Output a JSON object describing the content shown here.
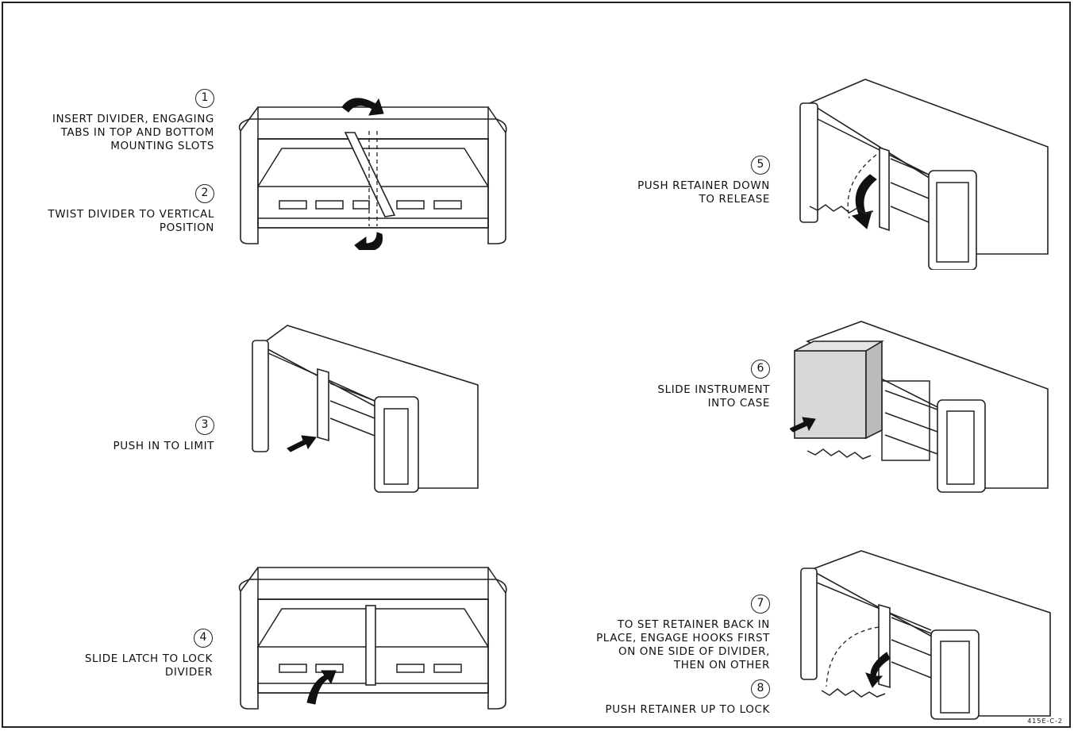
{
  "steps": [
    {
      "num": "1",
      "text": "INSERT DIVIDER, ENGAGING\nTABS IN TOP AND BOTTOM\nMOUNTING SLOTS"
    },
    {
      "num": "2",
      "text": "TWIST DIVIDER TO VERTICAL\nPOSITION"
    },
    {
      "num": "3",
      "text": "PUSH IN TO LIMIT"
    },
    {
      "num": "4",
      "text": "SLIDE LATCH TO LOCK\nDIVIDER"
    },
    {
      "num": "5",
      "text": "PUSH RETAINER DOWN\nTO RELEASE"
    },
    {
      "num": "6",
      "text": "SLIDE INSTRUMENT\nINTO CASE"
    },
    {
      "num": "7",
      "text": "TO SET RETAINER BACK IN\nPLACE, ENGAGE HOOKS FIRST\nON ONE SIDE OF DIVIDER,\nTHEN ON OTHER"
    },
    {
      "num": "8",
      "text": "PUSH RETAINER UP TO LOCK"
    }
  ],
  "figure_code": "415E-C-2"
}
